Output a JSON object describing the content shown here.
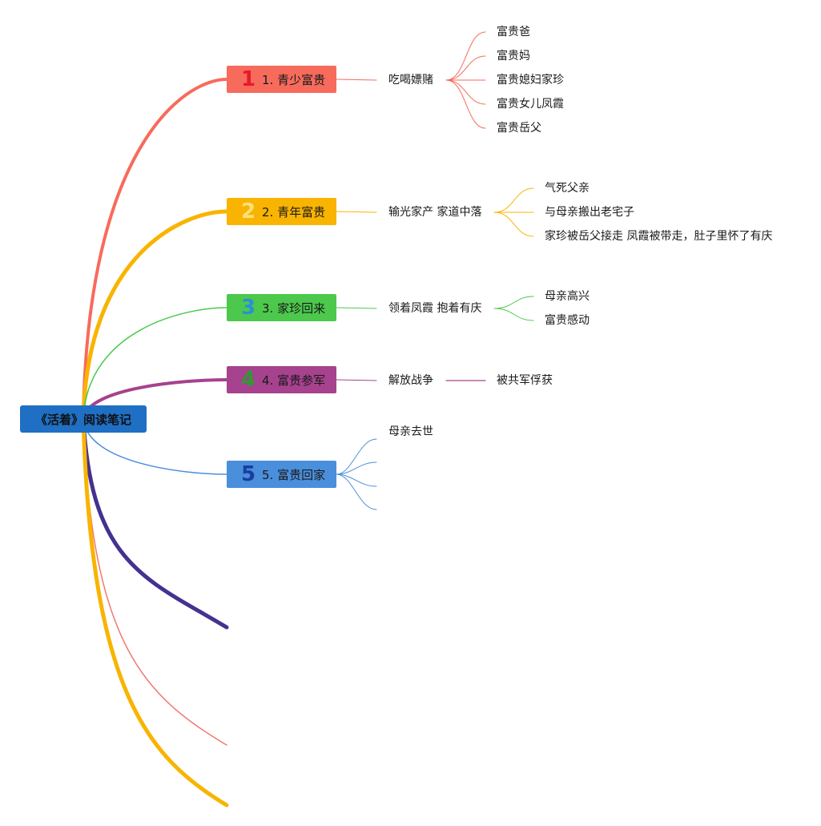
{
  "root": {
    "label": "《活着》阅读笔记",
    "color": "#1f6fc4"
  },
  "branches": [
    {
      "num": "1",
      "label": "1. 青少富贵",
      "color": "#f76b5c",
      "num_color": "#e8192c",
      "mid": "吃喝嫖赌",
      "leaves": [
        "富贵爸",
        "富贵妈",
        "富贵媳妇家珍",
        "富贵女儿凤霞",
        "富贵岳父"
      ]
    },
    {
      "num": "2",
      "label": "2. 青年富贵",
      "color": "#f8b400",
      "num_color": "#ffe17a",
      "mid": "输光家产 家道中落",
      "leaves": [
        "气死父亲",
        "与母亲搬出老宅子",
        "家珍被岳父接走 凤霞被带走，肚子里怀了有庆"
      ]
    },
    {
      "num": "3",
      "label": "3. 家珍回来",
      "color": "#4cc94c",
      "num_color": "#2a8fd8",
      "mid": "领着凤霞 抱着有庆",
      "leaves": [
        "母亲高兴",
        "富贵感动"
      ]
    },
    {
      "num": "4",
      "label": "4. 富贵参军",
      "color": "#a6428e",
      "num_color": "#2f9a2f",
      "mid": "解放战争",
      "leaves": [
        "被共军俘获"
      ]
    },
    {
      "num": "5",
      "label": "5. 富贵回家",
      "color": "#4a8fdc",
      "num_color": "#1a3d9e",
      "mid": "",
      "leaves": [
        "母亲去世",
        "",
        "",
        ""
      ]
    }
  ],
  "empty_branch_colors": [
    "#45318f",
    "#ee7a70",
    "#f8b400"
  ]
}
